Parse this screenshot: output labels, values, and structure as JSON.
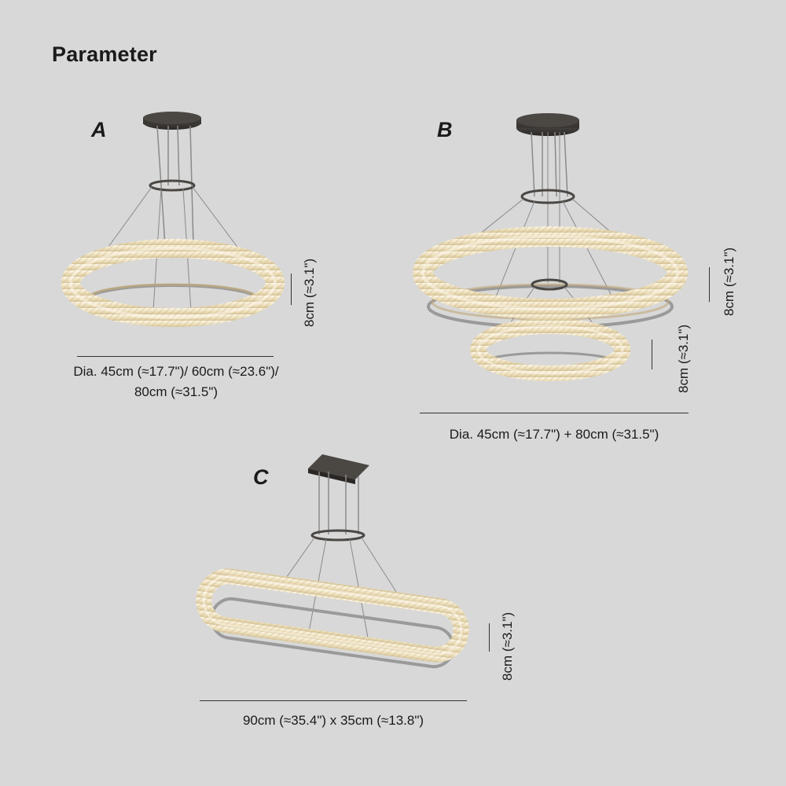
{
  "header": {
    "title": "Parameter"
  },
  "variants": [
    {
      "id": "A",
      "label": "A",
      "height_text": "8cm (≈3.1\")",
      "diameter_text_line1": "Dia. 45cm (≈17.7\")/ 60cm (≈23.6\")/",
      "diameter_text_line2": "80cm (≈31.5\")"
    },
    {
      "id": "B",
      "label": "B",
      "height_text_upper": "8cm (≈3.1\")",
      "height_text_lower": "8cm (≈3.1\")",
      "diameter_text": "Dia. 45cm (≈17.7\") + 80cm (≈31.5\")"
    },
    {
      "id": "C",
      "label": "C",
      "height_text": "8cm (≈3.1\")",
      "size_text": "90cm (≈35.4\") x 35cm (≈13.8\")"
    }
  ],
  "colors": {
    "background": "#d8d8d8",
    "ring_glow": "#f3ead2",
    "ring_edge": "#c9b88f",
    "metal": "#8a8a8a",
    "canopy": "#3a3633"
  }
}
